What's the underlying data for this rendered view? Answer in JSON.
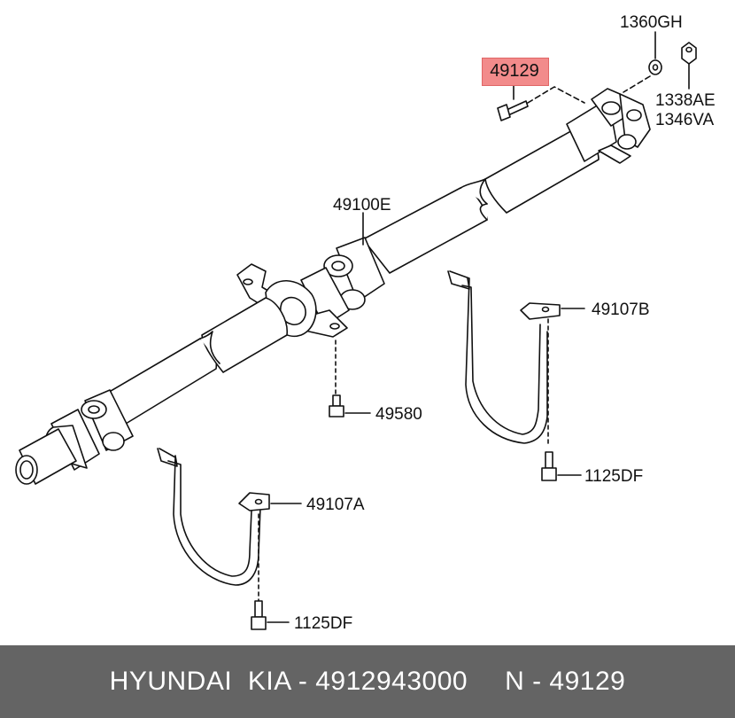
{
  "highlighted_part": "49129",
  "labels": {
    "washer": "1360GH",
    "nut_a": "1338AE",
    "nut_b": "1346VA",
    "shaft": "49100E",
    "bracket_b": "49107B",
    "bolt_center": "49580",
    "bolt_b": "1125DF",
    "bracket_a": "49107A",
    "bolt_a": "1125DF"
  },
  "footer": {
    "part_number_text": "HYUNDAI  KIA - 4912943000",
    "reference_text": "N - 49129"
  },
  "colors": {
    "highlight": "#f28b8b",
    "footer_bg": "#646464"
  }
}
